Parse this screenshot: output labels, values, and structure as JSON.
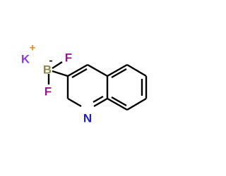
{
  "molecule": {
    "atoms": {
      "K": {
        "symbol": "K",
        "charge": "+",
        "color": "#8F40D4",
        "charge_color": "#E08C1C"
      },
      "B": {
        "symbol": "B",
        "charge": "-",
        "color": "#8B8B4E",
        "charge_color": "#000000"
      },
      "F1": {
        "symbol": "F",
        "color": "#90178F"
      },
      "F2": {
        "symbol": "F",
        "color": "#90178F"
      },
      "N": {
        "symbol": "N",
        "color": "#1E1ECF"
      }
    },
    "bond_color": "#000000"
  }
}
